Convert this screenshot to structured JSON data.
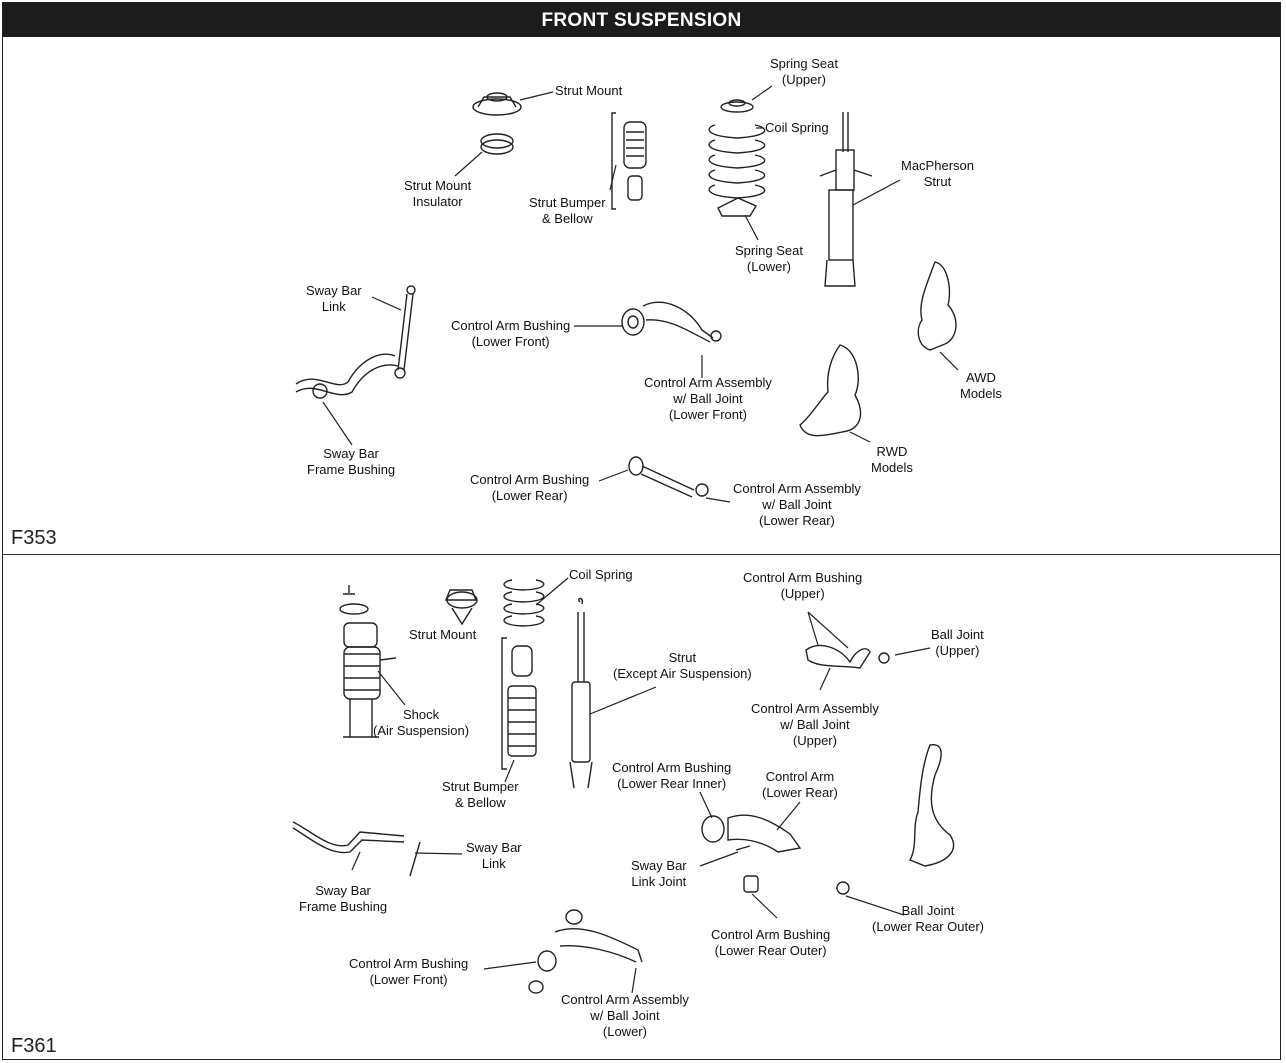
{
  "title": "FRONT SUSPENSION",
  "panels": [
    {
      "code": "F353",
      "labels": {
        "strut_mount": "Strut Mount",
        "strut_mount_insulator": "Strut Mount\nInsulator",
        "strut_bumper_bellow": "Strut Bumper\n& Bellow",
        "spring_seat_upper": "Spring Seat\n(Upper)",
        "coil_spring": "Coil Spring",
        "spring_seat_lower": "Spring Seat\n(Lower)",
        "macpherson_strut": "MacPherson\nStrut",
        "sway_bar_link": "Sway Bar\nLink",
        "control_arm_bushing_lower_front": "Control Arm Bushing\n(Lower Front)",
        "control_arm_assembly_lower_front": "Control Arm Assembly\nw/ Ball Joint\n(Lower Front)",
        "sway_bar_frame_bushing": "Sway Bar\nFrame Bushing",
        "awd_models": "AWD\nModels",
        "rwd_models": "RWD\nModels",
        "control_arm_bushing_lower_rear": "Control Arm Bushing\n(Lower Rear)",
        "control_arm_assembly_lower_rear": "Control Arm Assembly\nw/ Ball Joint\n(Lower Rear)"
      }
    },
    {
      "code": "F361",
      "labels": {
        "strut_mount": "Strut Mount",
        "coil_spring": "Coil Spring",
        "shock_air": "Shock\n(Air Suspension)",
        "strut_except_air": "Strut\n(Except Air Suspension)",
        "strut_bumper_bellow": "Strut Bumper\n& Bellow",
        "control_arm_bushing_upper": "Control Arm Bushing\n(Upper)",
        "ball_joint_upper": "Ball Joint\n(Upper)",
        "control_arm_assembly_upper": "Control Arm Assembly\nw/ Ball Joint\n(Upper)",
        "control_arm_bushing_lower_rear_inner": "Control Arm Bushing\n(Lower Rear Inner)",
        "control_arm_lower_rear": "Control Arm\n(Lower Rear)",
        "sway_bar_link": "Sway Bar\nLink",
        "sway_bar_frame_bushing": "Sway Bar\nFrame Bushing",
        "sway_bar_link_joint": "Sway Bar\nLink Joint",
        "control_arm_bushing_lower_rear_outer": "Control Arm Bushing\n(Lower Rear Outer)",
        "ball_joint_lower_rear_outer": "Ball Joint\n(Lower Rear Outer)",
        "control_arm_bushing_lower_front": "Control Arm Bushing\n(Lower Front)",
        "control_arm_assembly_lower": "Control Arm Assembly\nw/ Ball Joint\n(Lower)"
      }
    }
  ]
}
